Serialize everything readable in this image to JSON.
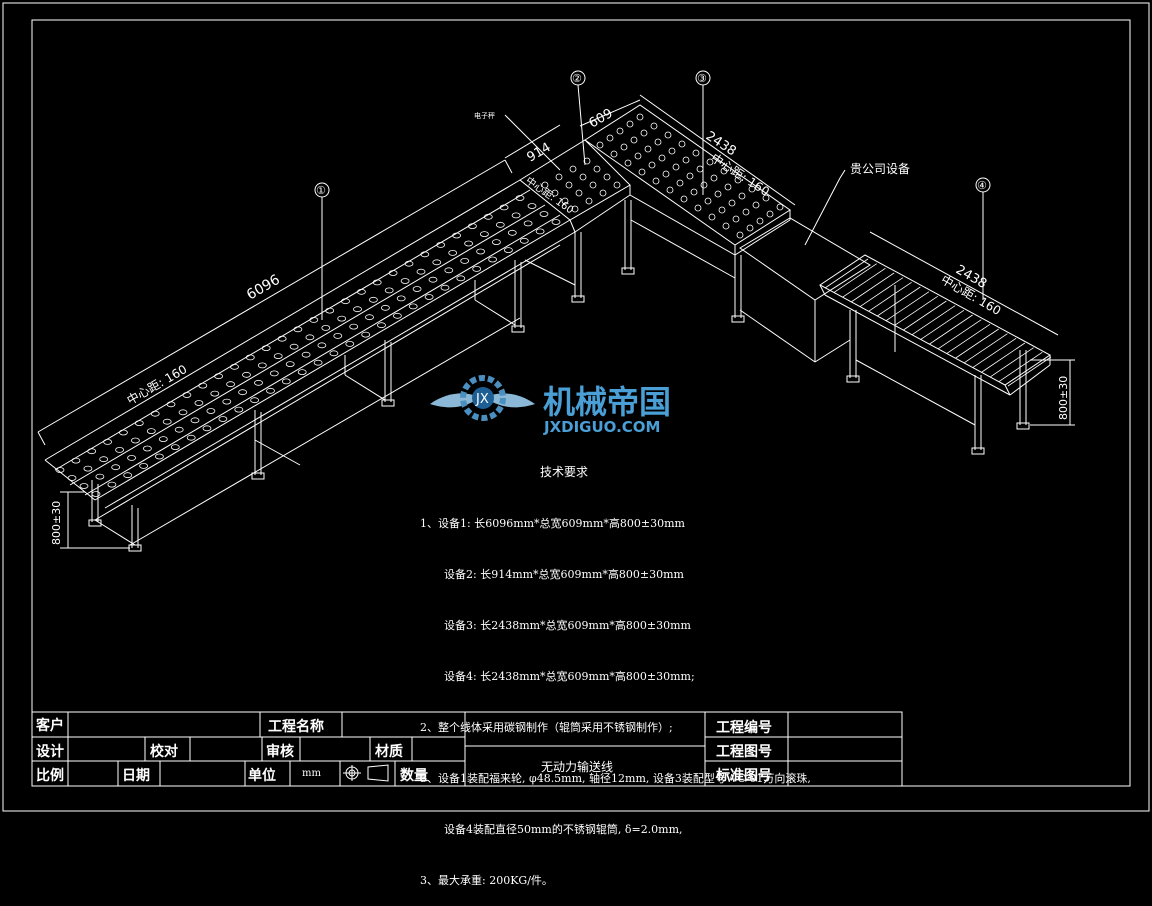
{
  "drawing": {
    "callouts": [
      "①",
      "②",
      "③",
      "④"
    ],
    "dims": {
      "d1": "6096",
      "d2": "914",
      "d3": "609",
      "d4": "2438",
      "d5": "2438",
      "center1": "中心距: 160",
      "center3": "中心距: 160",
      "center4": "中心距: 160",
      "center2": "中心距: 160",
      "h_left": "800±30",
      "h_right": "800±30"
    },
    "label_customer_equipment": "贵公司设备",
    "label_small": "电子秤"
  },
  "watermark": {
    "cn": "机械帝国",
    "en": "JXDIGUO.COM"
  },
  "tech_requirements": {
    "title": "技术要求",
    "lines": [
      "1、设备1: 长6096mm*总宽609mm*高800±30mm",
      "设备2: 长914mm*总宽609mm*高800±30mm",
      "设备3: 长2438mm*总宽609mm*高800±30mm",
      "设备4: 长2438mm*总宽609mm*高800±30mm;",
      "2、整个线体采用碳钢制作（辊筒采用不锈钢制作）;",
      "3、设备1装配福来轮, φ48.5mm, 轴径12mm, 设备3装配型号WC-01万向滚珠,",
      "设备4装配直径50mm的不锈钢辊筒, δ=2.0mm,",
      "3、最大承重: 200KG/件。"
    ]
  },
  "title_block": {
    "customer": "客户",
    "project_name": "工程名称",
    "design": "设计",
    "check": "校对",
    "review": "审核",
    "material": "材质",
    "scale": "比例",
    "date": "日期",
    "unit": "单位",
    "unit_value": "mm",
    "quantity": "数量",
    "drawing_title": "无动力输送线",
    "project_no": "工程编号",
    "project_drawing": "工程图号",
    "standard_drawing": "标准图号"
  }
}
